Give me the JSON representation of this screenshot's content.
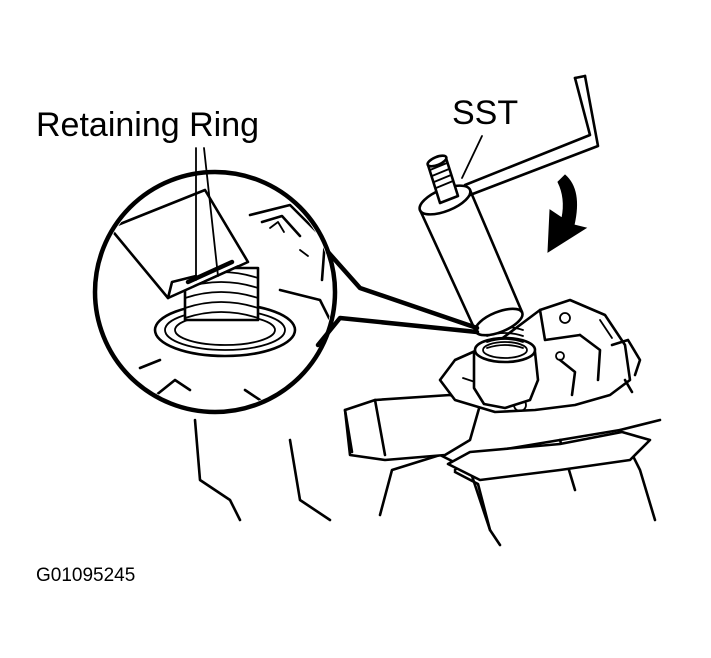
{
  "labels": {
    "retaining_ring": "Retaining Ring",
    "sst": "SST"
  },
  "figure_id": "G01095245",
  "colors": {
    "ink": "#000000",
    "paper": "#ffffff"
  }
}
